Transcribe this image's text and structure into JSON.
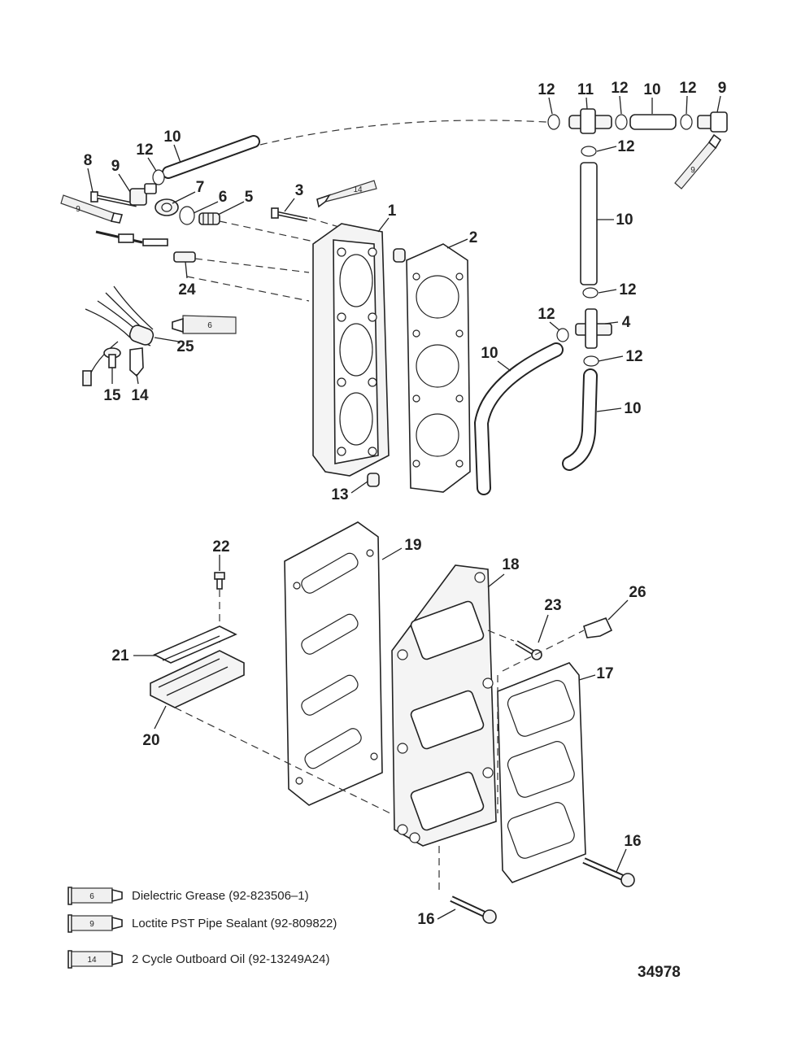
{
  "callouts": {
    "c1": "1",
    "c2": "2",
    "c3": "3",
    "c4": "4",
    "c5": "5",
    "c6": "6",
    "c7": "7",
    "c8": "8",
    "c9a": "9",
    "c9b": "9",
    "c10a": "10",
    "c10b": "10",
    "c10c": "10",
    "c10d": "10",
    "c10e": "10",
    "c11": "11",
    "c12a": "12",
    "c12b": "12",
    "c12c": "12",
    "c12d": "12",
    "c12e": "12",
    "c12f": "12",
    "c12g": "12",
    "c12h": "12",
    "c13": "13",
    "c14": "14",
    "c15": "15",
    "c16a": "16",
    "c16b": "16",
    "c17": "17",
    "c18": "18",
    "c19": "19",
    "c20": "20",
    "c21": "21",
    "c22": "22",
    "c23": "23",
    "c24": "24",
    "c25": "25",
    "c26": "26"
  },
  "tube_labels": {
    "t14_top": "14",
    "t9_left": "9",
    "t9_right": "9",
    "t6_mid": "6"
  },
  "legend": [
    {
      "number": "6",
      "text": "Dielectric Grease (92-823506–1)"
    },
    {
      "number": "9",
      "text": "Loctite PST Pipe Sealant (92-809822)"
    },
    {
      "number": "14",
      "text": "2 Cycle Outboard Oil (92-13249A24)"
    }
  ],
  "figure_number": "34978"
}
